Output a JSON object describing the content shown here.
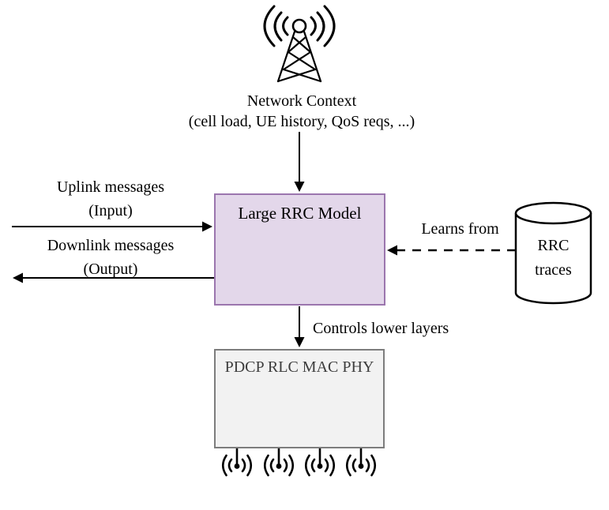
{
  "diagram": {
    "title_context": "RRC model architecture diagram",
    "background_color": "#ffffff",
    "network_context": {
      "line1": "Network Context",
      "line2": "(cell load, UE history, QoS reqs, ...)",
      "icon": "cell-tower-icon"
    },
    "model_box": {
      "title": "Large RRC Model",
      "fill_color": "#e3d7ea",
      "border_color": "#9b76ae",
      "icon": "neural-network-icon"
    },
    "uplink": {
      "line1": "Uplink messages",
      "line2": "(Input)",
      "arrow_direction": "right-into-model"
    },
    "downlink": {
      "line1": "Downlink messages",
      "line2": "(Output)",
      "arrow_direction": "left-out-of-model"
    },
    "learns_from": {
      "label": "Learns from",
      "arrow_style": "dashed",
      "arrow_direction": "left-into-model"
    },
    "rrc_traces": {
      "line1": "RRC",
      "line2": "traces",
      "icon": "database-cylinder-icon"
    },
    "controls": {
      "label": "Controls lower layers",
      "arrow_direction": "down-into-lower-layers"
    },
    "lower_layers_box": {
      "layers": [
        "PDCP",
        "RLC",
        "MAC",
        "PHY"
      ],
      "fill_color": "#f2f2f2",
      "border_color": "#7d7d7d",
      "text_color": "#3d3d3d",
      "antenna_icon": "radio-signal-icon",
      "antenna_count": 4
    },
    "line_color": "#000000"
  }
}
